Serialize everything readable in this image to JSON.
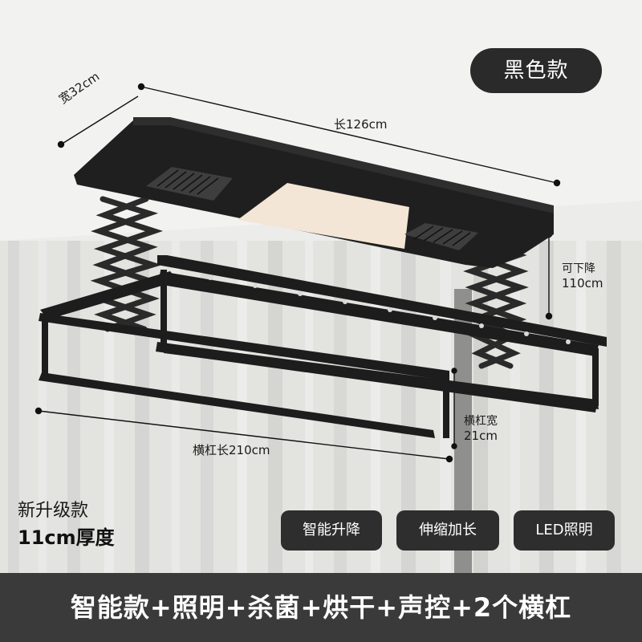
{
  "badge": {
    "label": "黑色款"
  },
  "dimensions": {
    "width": "宽32cm",
    "length": "长126cm",
    "drop_label": "可下降",
    "drop_value": "110cm",
    "bar_width_label": "横杠宽",
    "bar_width_value": "21cm",
    "bar_length": "横杠长210cm"
  },
  "caption": {
    "title": "新升级款",
    "subtitle": "11cm厚度"
  },
  "features": [
    {
      "label": "智能升降"
    },
    {
      "label": "伸缩加长"
    },
    {
      "label": "LED照明"
    }
  ],
  "banner": {
    "text": "智能款+照明+杀菌+烘干+声控+2个横杠"
  },
  "colors": {
    "product": "#1e1e1e",
    "badge_bg": "#2a2a2a",
    "chip_bg": "#2e2e2e",
    "banner_bg": "#3a3a3a",
    "light_panel": "#f3e6d6"
  }
}
